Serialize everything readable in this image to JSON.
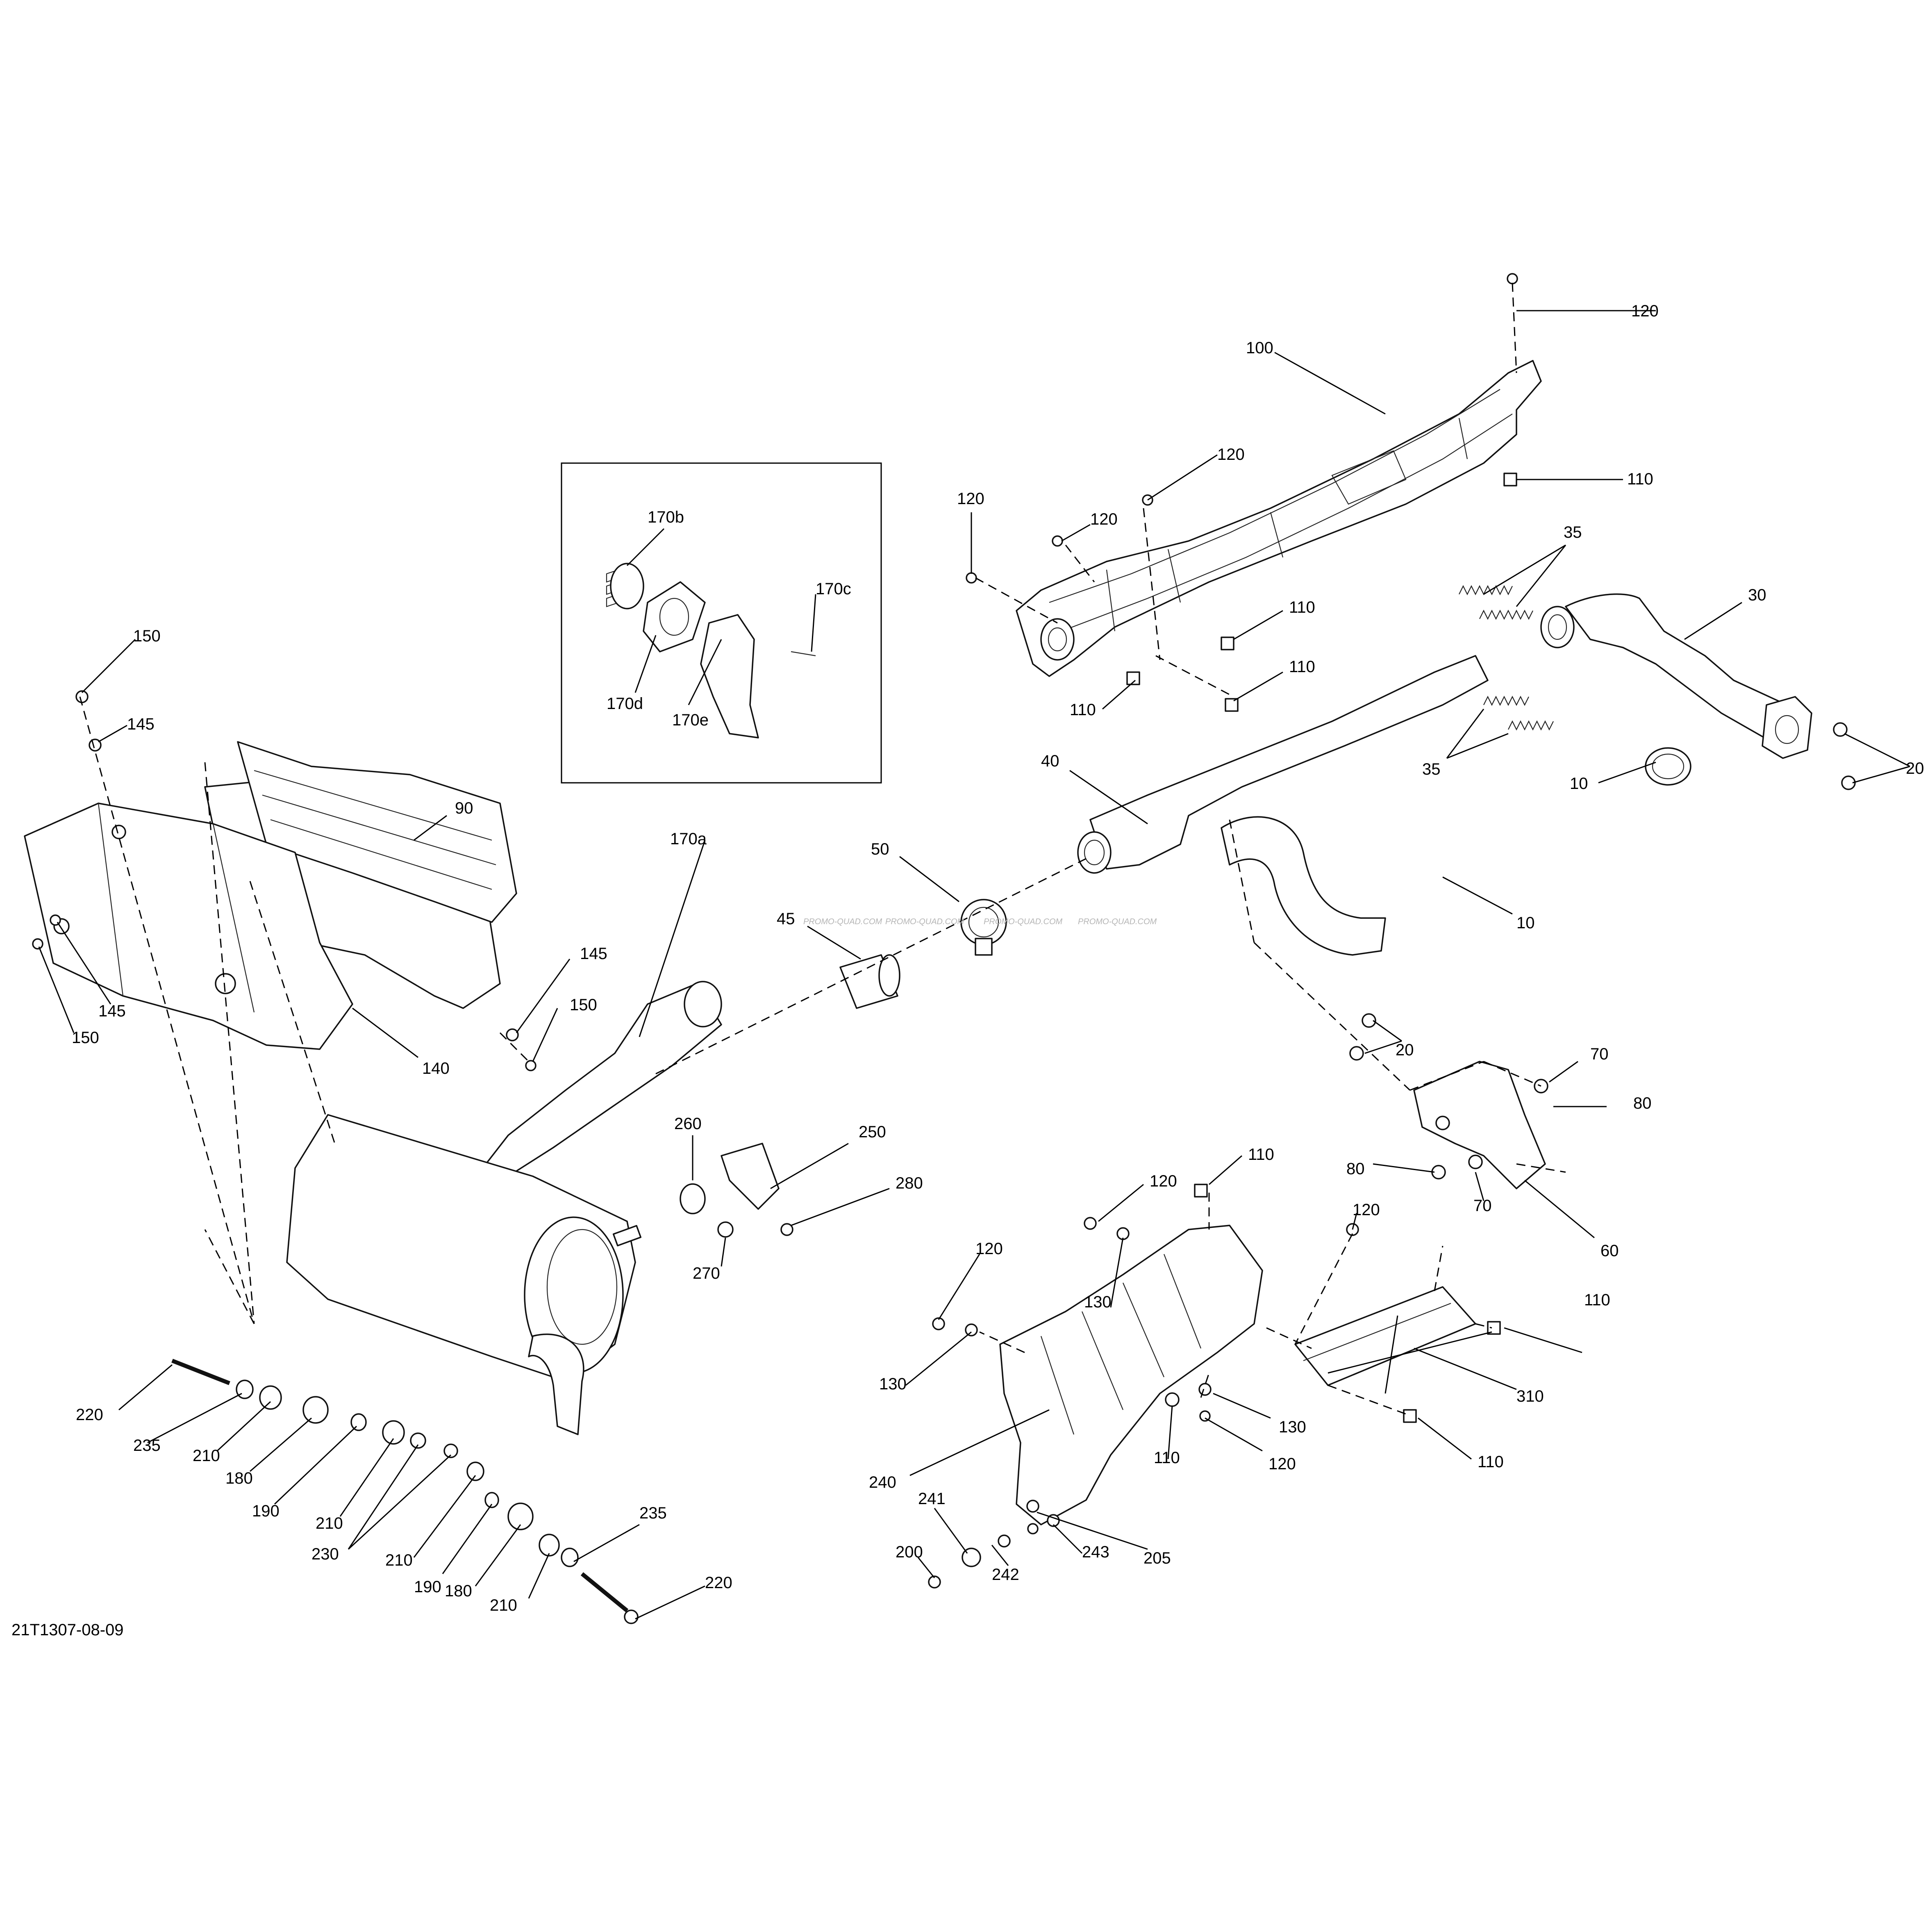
{
  "figure_id": "21T1307-08-09",
  "watermark": "PROMO-QUAD.COM",
  "callouts": [
    {
      "text": "120"
    },
    {
      "text": "100"
    },
    {
      "text": "120"
    },
    {
      "text": "110"
    },
    {
      "text": "120"
    },
    {
      "text": "120"
    },
    {
      "text": "35"
    },
    {
      "text": "30"
    },
    {
      "text": "110"
    },
    {
      "text": "110"
    },
    {
      "text": "110"
    },
    {
      "text": "10"
    },
    {
      "text": "20"
    },
    {
      "text": "35"
    },
    {
      "text": "40"
    },
    {
      "text": "10"
    },
    {
      "text": "20"
    },
    {
      "text": "50"
    },
    {
      "text": "45"
    },
    {
      "text": "170b"
    },
    {
      "text": "170c"
    },
    {
      "text": "170d"
    },
    {
      "text": "170e"
    },
    {
      "text": "170a"
    },
    {
      "text": "150"
    },
    {
      "text": "145"
    },
    {
      "text": "90"
    },
    {
      "text": "145"
    },
    {
      "text": "150"
    },
    {
      "text": "145"
    },
    {
      "text": "150"
    },
    {
      "text": "140"
    },
    {
      "text": "260"
    },
    {
      "text": "250"
    },
    {
      "text": "280"
    },
    {
      "text": "270"
    },
    {
      "text": "70"
    },
    {
      "text": "80"
    },
    {
      "text": "80"
    },
    {
      "text": "70"
    },
    {
      "text": "60"
    },
    {
      "text": "110"
    },
    {
      "text": "120"
    },
    {
      "text": "120"
    },
    {
      "text": "130"
    },
    {
      "text": "120"
    },
    {
      "text": "130"
    },
    {
      "text": "110"
    },
    {
      "text": "310"
    },
    {
      "text": "130"
    },
    {
      "text": "110"
    },
    {
      "text": "120"
    },
    {
      "text": "110"
    },
    {
      "text": "240"
    },
    {
      "text": "241"
    },
    {
      "text": "200"
    },
    {
      "text": "242"
    },
    {
      "text": "243"
    },
    {
      "text": "205"
    },
    {
      "text": "220"
    },
    {
      "text": "235"
    },
    {
      "text": "210"
    },
    {
      "text": "180"
    },
    {
      "text": "190"
    },
    {
      "text": "210"
    },
    {
      "text": "230"
    },
    {
      "text": "210"
    },
    {
      "text": "190"
    },
    {
      "text": "180"
    },
    {
      "text": "210"
    },
    {
      "text": "235"
    },
    {
      "text": "220"
    }
  ]
}
